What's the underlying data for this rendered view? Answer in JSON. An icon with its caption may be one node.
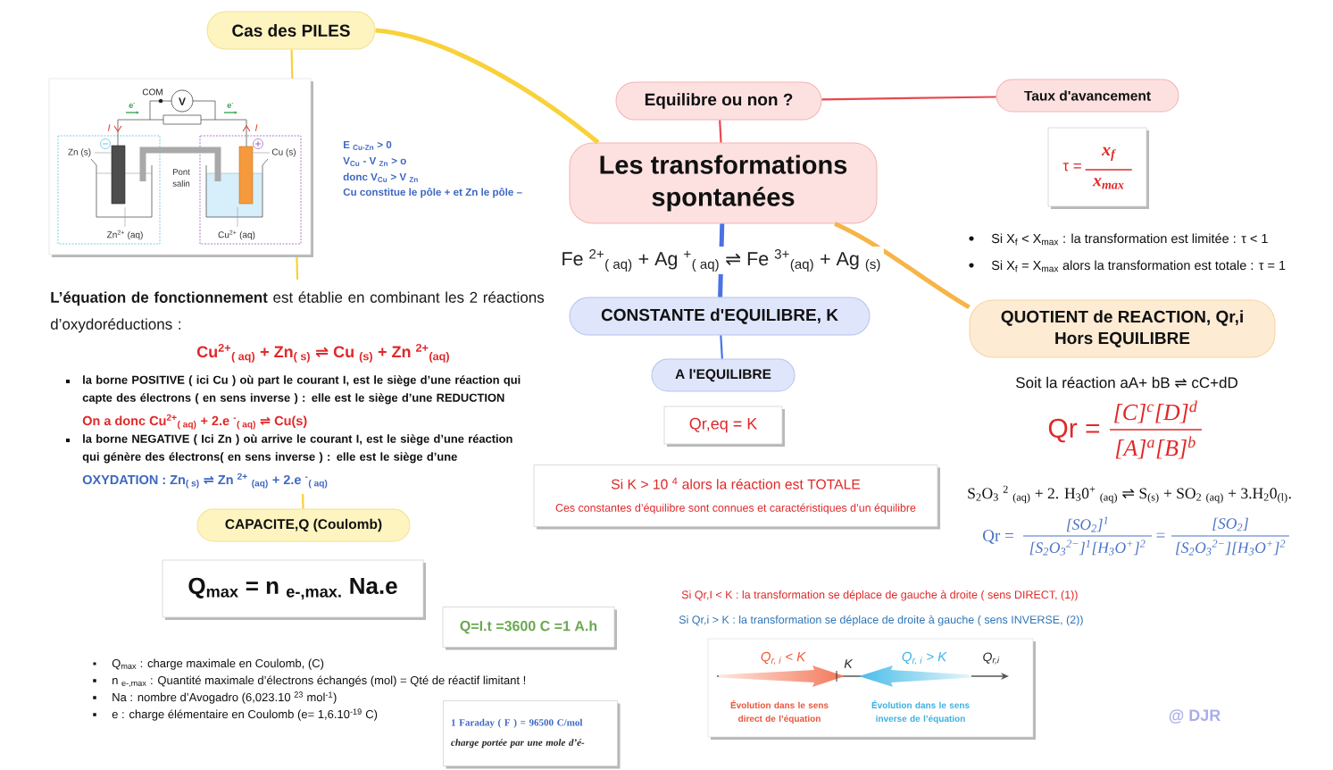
{
  "diagram": {
    "nodes": [
      {
        "text": [
          "Les transformations spontanées"
        ]
      },
      {
        "text": [
          "Cas des PILES"
        ]
      },
      {
        "text": [
          "Equilibre ou non ?"
        ]
      },
      {
        "text": [
          "Taux d'avancement"
        ]
      },
      {
        "text": [
          "CONSTANTE d'EQUILIBRE, K"
        ]
      },
      {
        "text": [
          "A l'EQUILIBRE"
        ]
      },
      {
        "text": [
          "QUOTIENT de REACTION, Qr,i Hors EQUILIBRE"
        ]
      },
      {
        "text": [
          "CAPACITE,Q (Coulomb)"
        ]
      },
      {
        "text": [
          "τ =",
          "x$_{f}$",
          "x$_{max}$"
        ]
      },
      {
        "text": [
          "Qr,eq = K"
        ]
      },
      {
        "text": [
          "Si K > 10 $^{4}$ alors la réaction est TOTALE",
          "Ces constantes d’équilibre sont connues et caractéristiques d’un équilibre"
        ]
      },
      {
        "text": [
          "Q$_{max}$ = n $_{e-,max.}$ Na.e"
        ]
      },
      {
        "text": [
          "Q=I.t =3600 C =1 A.h"
        ]
      },
      {
        "text": [
          "1 Faraday ( F ) = 96500 C/mol",
          "charge portée par une mole d’é-"
        ]
      }
    ],
    "edges": [
      {
        "from": 0,
        "to": 1,
        "arrow": "none",
        "style": "thick",
        "color": "#f9d13a"
      },
      {
        "from": 0,
        "to": 2,
        "arrow": "none",
        "color": "#e8474f"
      },
      {
        "from": 2,
        "to": 3,
        "arrow": "none",
        "color": "#e8474f"
      },
      {
        "from": 0,
        "to": 4,
        "arrow": "none",
        "style": "thick",
        "color": "#4a72e6",
        "label": "Fe $^{2+}$$_{( aq)}$ + Ag $^{+}$$_{( aq)}$ ⇌ Fe $^{3+}$$_{(aq)}$ + Ag $_{(s)}$"
      },
      {
        "from": 4,
        "to": 5,
        "arrow": "none",
        "color": "#4a72e6"
      },
      {
        "from": 0,
        "to": 6,
        "arrow": "none",
        "style": "thick",
        "color": "#f7b447"
      },
      {
        "from": 1,
        "to": 7,
        "arrow": "none",
        "color": "#f9d13a"
      }
    ],
    "labels": [
      "COM",
      "V",
      "e$^{-}$",
      "e$^{-}$",
      "I",
      "I",
      "Zn (s)",
      "Cu (s)",
      "Pont salin",
      "Zn$^{2+}$ (aq)",
      "Cu$^{2+}$ (aq)",
      "E $_{Cu-Zn}$ > 0",
      "V$_{Cu}$ - V $_{Zn}$ > o",
      "donc V$_{Cu}$ > V $_{Zn}$",
      "Cu constitue le pôle + et Zn le pôle –",
      "**L’équation de fonctionnement** est établie en combinant les 2 réactions d’oxydoréductions :",
      "Cu$^{2+}$$_{( aq)}$ + Zn$_{( s)}$ ⇌ Cu $_{(s)}$ + Zn $^{2+}$$_{(aq)}$",
      "la borne POSITIVE ( ici Cu ) où part le courant I, est le siège d’une réaction qui capte des électrons ( en sens inverse ) : elle est le siège d’une REDUCTION",
      "On a donc Cu$^{2+}$$_{( aq)}$ + 2.e $^{-}$$_{( aq)}$ ⇌ Cu(s)",
      "la borne NEGATIVE ( Ici Zn ) où arrive le courant I, est le siège d’une réaction qui génère des électrons( en sens inverse ) : elle est le siège d’une",
      "OXYDATION : Zn$_{( s)}$ ⇌ Zn $^{2+}$ $_{(aq)}$ + 2.e $^{-}$$_{( aq)}$",
      "Si X$_{f}$ < X$_{max}$ : la transformation est limitée : τ < 1",
      "Si X$_{f}$ = X$_{max}$ alors la transformation est totale : τ = 1",
      "Soit la réaction aA+ bB ⇌ cC+dD",
      "Qr =",
      "[C]$^{c}$[D]$^{d}$",
      "[A]$^{a}$[B]$^{b}$",
      "S$_{2}$O$_{3}$ $^{2}$ $_{(aq)}$ + 2. H$_{3}$0$^{+}$ $_{(aq)}$ ⇌ S$_{(s)}$ + SO$_{2}$ $_{(aq)}$ + 3.H$_{2}$0$_{(l)}$.",
      "Qr =",
      "[SO$_{2}$]$^{1}$",
      "[S$_{2}$O$_{3}$$^{2−}$]$^{1}$[H$_{3}$O$^{+}$]$^{2}$",
      "=",
      "[SO$_{2}$]",
      "[S$_{2}$O$_{3}$$^{2−}$][H$_{3}$O$^{+}$]$^{2}$",
      "Q$_{max}$ : charge maximale en Coulomb, (C)",
      "n $_{e-,max}$ : Quantité maximale d’électrons échangés (mol) = Qté de réactif limitant !",
      "Na : nombre d’Avogadro (6,023.10 $^{23}$ mol$^{-1}$)",
      "e : charge élémentaire en Coulomb (e= 1,6.10$^{-19}$ C)",
      "Si Qr,I < K : la transformation se déplace de gauche à droite ( sens DIRECT, (1))",
      "Si Qr,i > K : la transformation se déplace de droite à gauche ( sens INVERSE, (2))",
      "Q$_{r, i}$ < K",
      "K",
      "Q$_{r, i}$ > K",
      "Q$_{r,i}$",
      "Évolution dans le sens direct de l’équation",
      "Évolution dans le sens inverse de l’équation",
      "@ DJR"
    ]
  }
}
